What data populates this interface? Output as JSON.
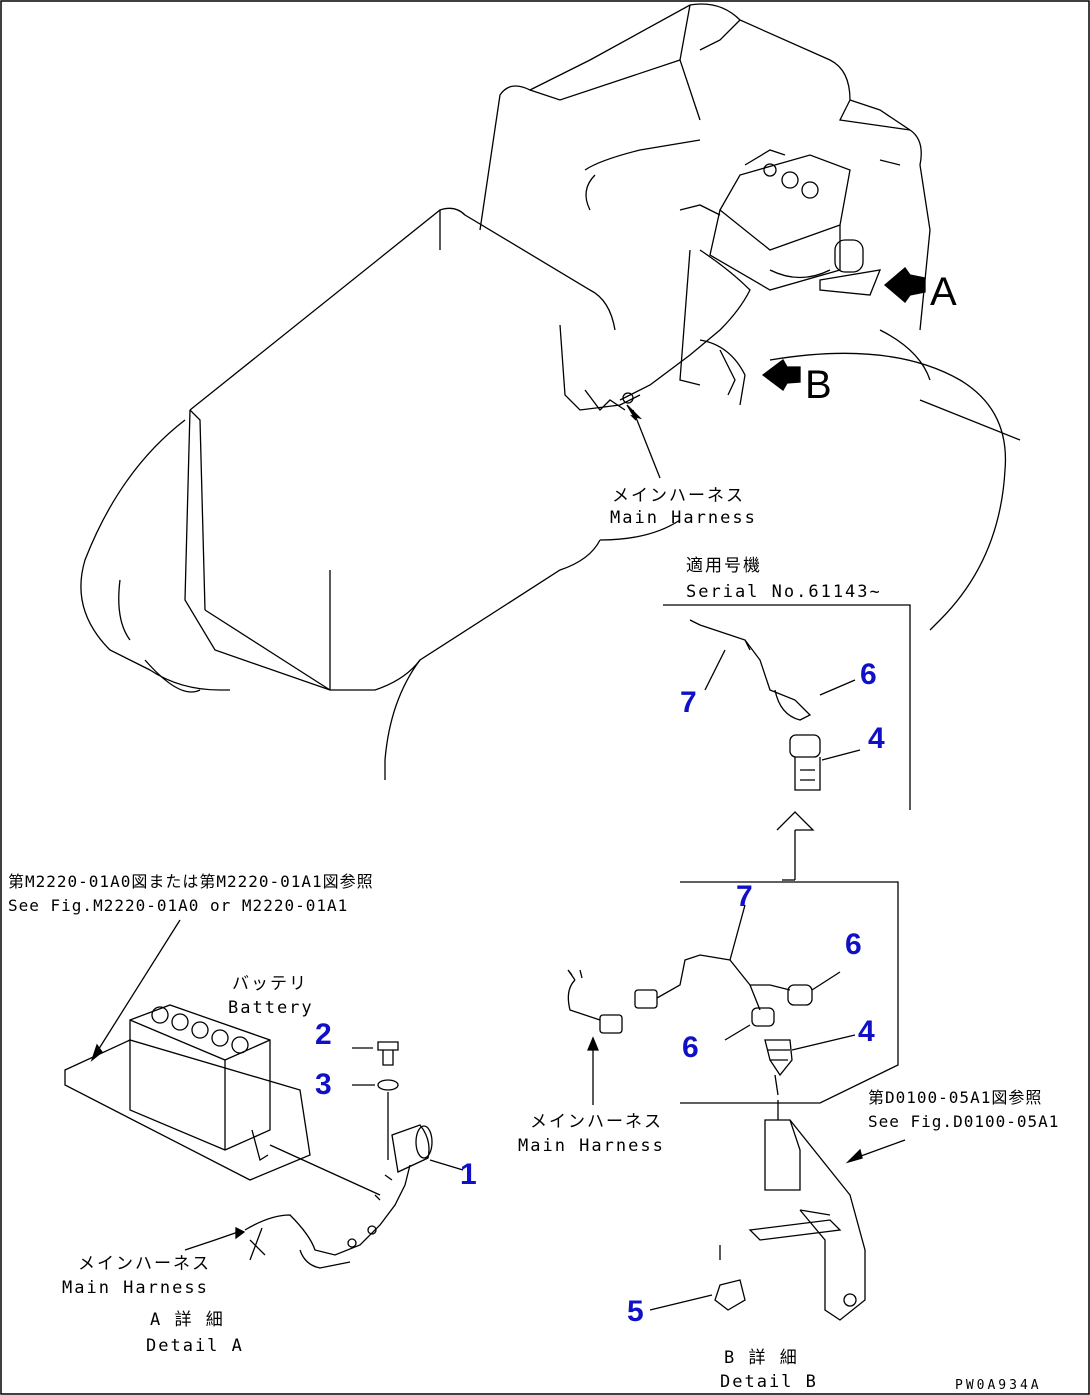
{
  "views": {
    "a": "A",
    "b": "B"
  },
  "labels": {
    "main_harness_top_jp": "メインハーネス",
    "main_harness_top_en": "Main Harness",
    "serial_jp": "適用号機",
    "serial_en": "Serial No.61143~",
    "see_fig_a_jp": "第M2220-01A0図または第M2220-01A1図参照",
    "see_fig_a_en": "See Fig.M2220-01A0 or M2220-01A1",
    "battery_jp": "バッテリ",
    "battery_en": "Battery",
    "main_harness_a_jp": "メインハーネス",
    "main_harness_a_en": "Main Harness",
    "detail_a_jp": "A 詳 細",
    "detail_a_en": "Detail A",
    "main_harness_b_jp": "メインハーネス",
    "main_harness_b_en": "Main Harness",
    "see_fig_b_jp": "第D0100-05A1図参照",
    "see_fig_b_en": "See Fig.D0100-05A1",
    "detail_b_jp": "B 詳 細",
    "detail_b_en": "Detail B",
    "drawing_code": "PW0A934A"
  },
  "callouts": {
    "c1": "1",
    "c2": "2",
    "c3": "3",
    "c4a": "4",
    "c4b": "4",
    "c5": "5",
    "c6a": "6",
    "c6b": "6",
    "c6c": "6",
    "c7a": "7",
    "c7b": "7"
  },
  "colors": {
    "callout": "#1010c8",
    "line": "#000000"
  }
}
